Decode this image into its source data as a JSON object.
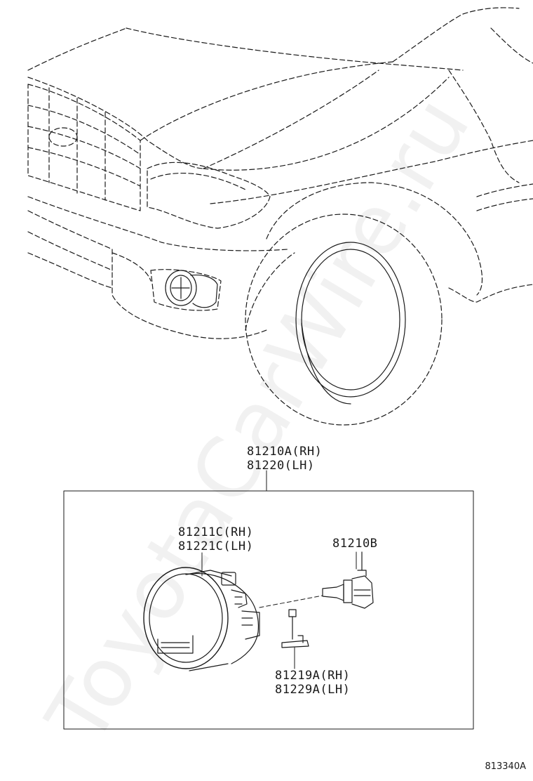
{
  "watermark": "ToyotaCarWire.ru",
  "figure_number": "813340A",
  "callouts": {
    "fog_lamp_assy": {
      "line1": "81210A(RH)",
      "line2": "81220(LH)"
    },
    "lens_unit": {
      "line1": "81211C(RH)",
      "line2": "81221C(LH)"
    },
    "bulb": {
      "line1": "81210B"
    },
    "socket": {
      "line1": "81219A(RH)",
      "line2": "81229A(LH)"
    }
  }
}
